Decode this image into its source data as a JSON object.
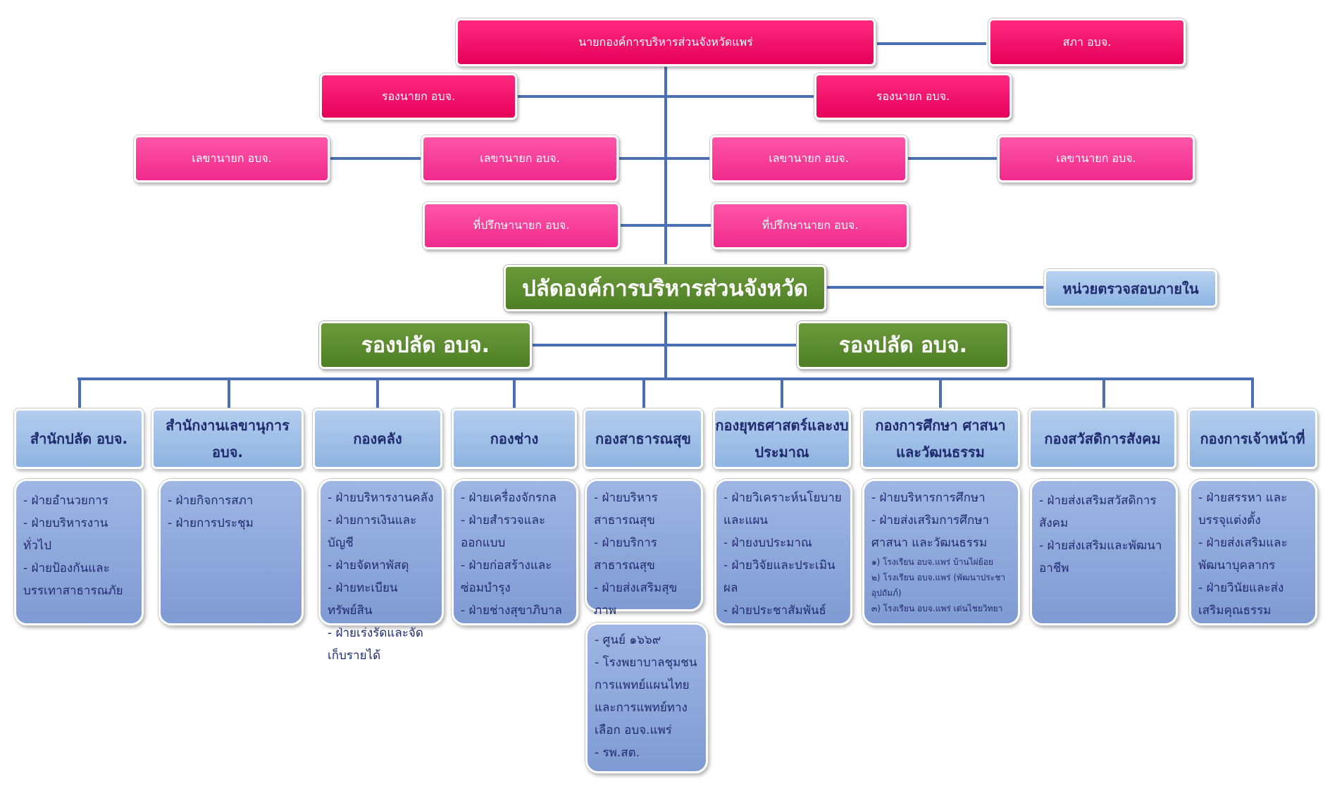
{
  "mayor": "นายกองค์การบริหารส่วนจังหวัดแพร่",
  "council": "สภา อบจ.",
  "deputy_mayors": [
    "รองนายก อบจ.",
    "รองนายก อบจ."
  ],
  "secretaries": [
    "เลขานายก อบจ.",
    "เลขานายก อบจ.",
    "เลขานายก อบจ.",
    "เลขานายก อบจ."
  ],
  "advisors": [
    "ที่ปรึกษานายก  อบจ.",
    "ที่ปรึกษานายก  อบจ."
  ],
  "chief_admin": "ปลัดองค์การบริหารส่วนจังหวัด",
  "internal_audit": "หน่วยตรวจสอบภายใน",
  "deputy_chief_admins": [
    "รองปลัด อบจ.",
    "รองปลัด อบจ."
  ],
  "departments": [
    {
      "name": "สำนักปลัด อบจ.",
      "units": [
        "- ฝ่ายอำนวยการ",
        "- ฝ่ายบริหารงานทั่วไป",
        "- ฝ่ายป้องกันและบรรเทาสาธารณภัย"
      ]
    },
    {
      "name": "สำนักงานเลขานุการ อบจ.",
      "units": [
        "- ฝ่ายกิจการสภา",
        "- ฝ่ายการประชุม"
      ]
    },
    {
      "name": "กองคลัง",
      "units": [
        "- ฝ่ายบริหารงานคลัง",
        "- ฝ่ายการเงินและบัญชี",
        "- ฝ่ายจัดหาพัสดุ",
        "- ฝ่ายทะเบียนทรัพย์สิน",
        "- ฝ่ายเร่งรัดและจัดเก็บรายได้"
      ]
    },
    {
      "name": "กองช่าง",
      "units": [
        "- ฝ่ายเครื่องจักรกล",
        "- ฝ่ายสำรวจและออกแบบ",
        "- ฝ่ายก่อสร้างและซ่อมบำรุง",
        "- ฝ่ายช่างสุขาภิบาล"
      ]
    },
    {
      "name": "กองสาธารณสุข",
      "units": [
        "- ฝ่ายบริหารสาธารณสุข",
        "- ฝ่ายบริการสาธารณสุข",
        "- ฝ่ายส่งเสริมสุขภาพ"
      ]
    },
    {
      "name": "กองยุทธศาสตร์และงบประมาณ",
      "units": [
        "- ฝ่ายวิเคราะห์นโยบายและแผน",
        "- ฝ่ายงบประมาณ",
        "- ฝ่ายวิจัยและประเมินผล",
        "- ฝ่ายประชาสัมพันธ์"
      ]
    },
    {
      "name": "กองการศึกษา ศาสนา และวัฒนธรรม",
      "units": [
        "- ฝ่ายบริหารการศึกษา",
        "- ฝ่ายส่งเสริมการศึกษา ศาสนา และวัฒนธรรม"
      ],
      "schools": [
        "๑) โรงเรียน อบจ.แพร่ บ้านไผ่ย้อย",
        "๒) โรงเรียน อบจ.แพร่ (พัฒนาประชาอุปถัมภ์)",
        "๓) โรงเรียน อบจ.แพร่ เด่นไชยวิทยา"
      ]
    },
    {
      "name": "กองสวัสดิการสังคม",
      "units": [
        "- ฝ่ายส่งเสริมสวัสดิการสังคม",
        "- ฝ่ายส่งเสริมและพัฒนาอาชีพ"
      ]
    },
    {
      "name": "กองการเจ้าหน้าที่",
      "units": [
        "- ฝ่ายสรรหา และบรรจุแต่งตั้ง",
        "- ฝ่ายส่งเสริมและพัฒนาบุคลากร",
        "- ฝ่ายวินัยและส่งเสริมคุณธรรม"
      ]
    }
  ],
  "health_extra": [
    "- ศูนย์ ๑๖๖๙",
    "- โรงพยาบาลชุมชนการแพทย์แผนไทยและการแพทย์ทางเลือก อบจ.แพร่",
    "- รพ.สต."
  ]
}
